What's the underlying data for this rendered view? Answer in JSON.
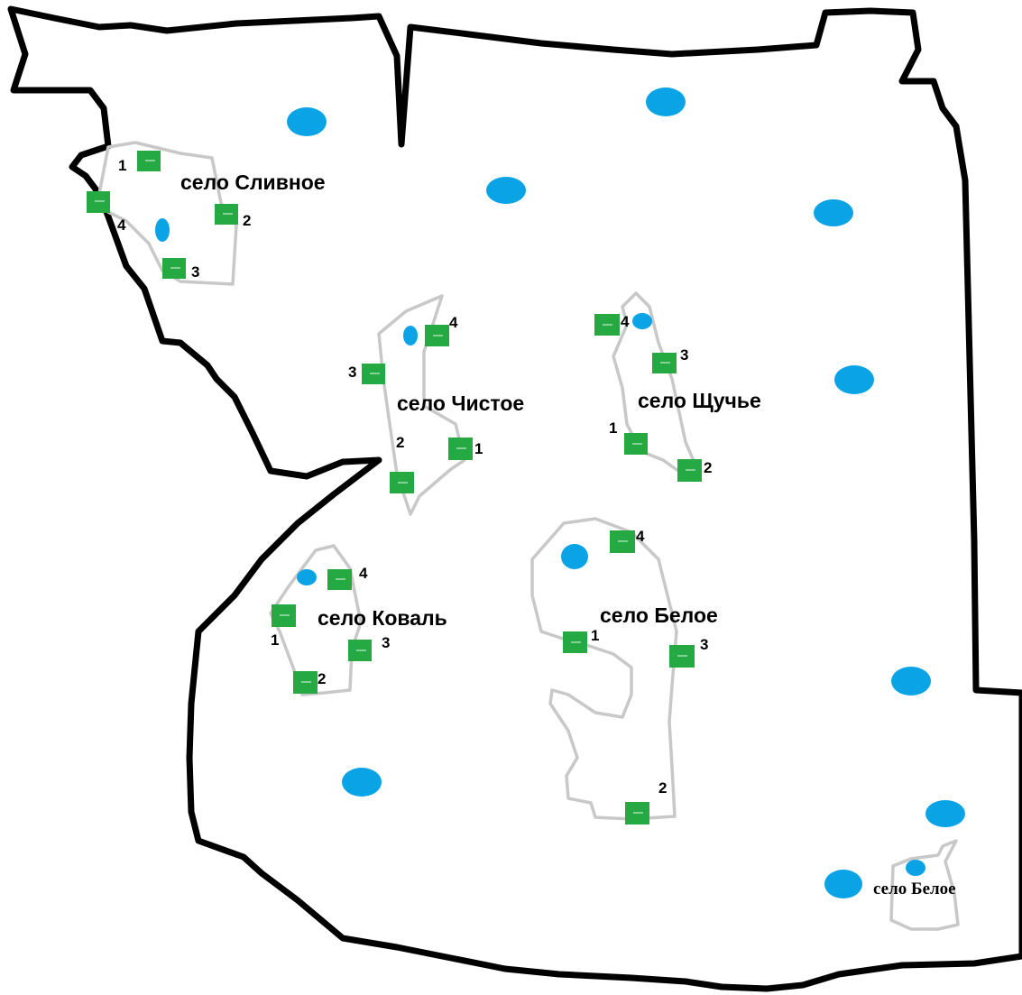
{
  "colors": {
    "background": "#ffffff",
    "district_border": "#000000",
    "village_border": "#c8c8c8",
    "water": "#0aa3e6",
    "marker": "#25a942",
    "marker_line": "#e8f5e9",
    "text": "#000000"
  },
  "icons": {
    "water_body": "blue-ellipse",
    "site_marker": "green-square"
  },
  "villages": [
    {
      "id": "slivnoe",
      "name": "село Сливное",
      "markers": [
        "1",
        "2",
        "3",
        "4"
      ]
    },
    {
      "id": "chistoe",
      "name": "село Чистое",
      "markers": [
        "1",
        "2",
        "3",
        "4"
      ]
    },
    {
      "id": "shchuchye",
      "name": "село Щучье",
      "markers": [
        "1",
        "2",
        "3",
        "4"
      ]
    },
    {
      "id": "koval",
      "name": "село Коваль",
      "markers": [
        "1",
        "2",
        "3",
        "4"
      ]
    },
    {
      "id": "beloe",
      "name": "село Белое",
      "markers": [
        "1",
        "2",
        "3",
        "4"
      ]
    },
    {
      "id": "beloe-small",
      "name": "село Белое",
      "markers": []
    }
  ]
}
